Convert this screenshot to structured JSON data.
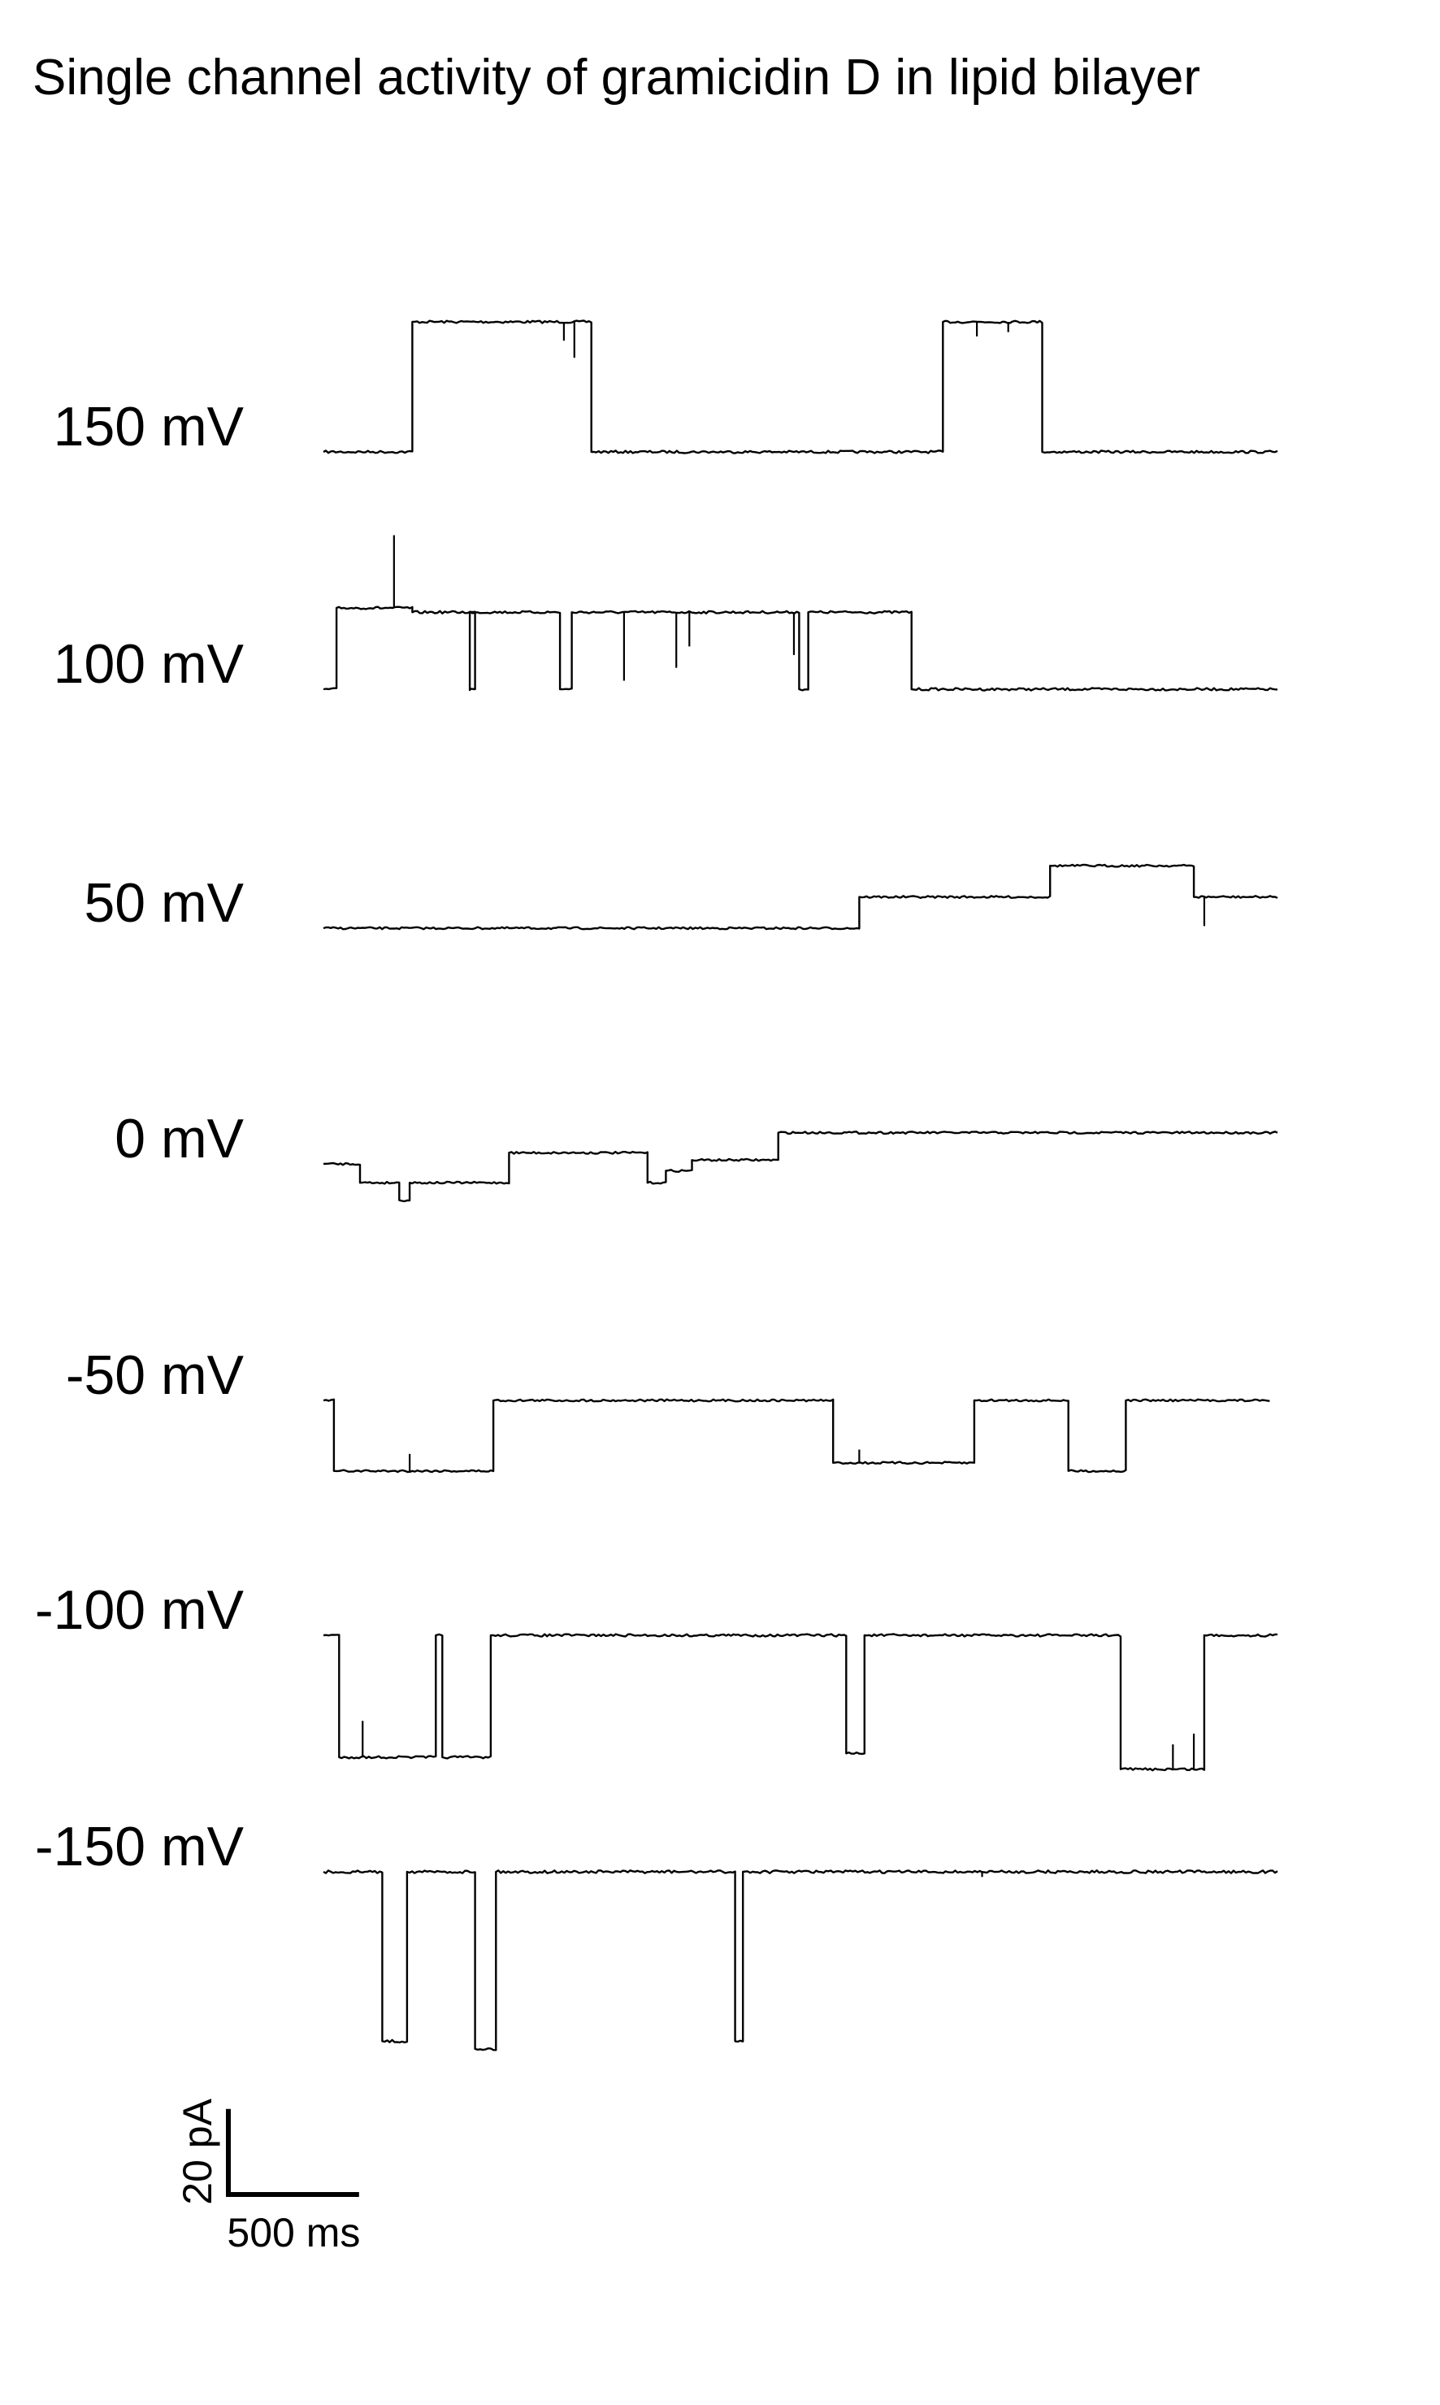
{
  "title": "Single channel activity of gramicidin D in lipid bilayer",
  "chart_data": {
    "type": "line",
    "title": "Single channel activity of gramicidin D in lipid bilayer",
    "xlabel": "",
    "ylabel": "",
    "x_unit": "ms",
    "y_unit": "pA",
    "xlim": [
      0,
      3650
    ],
    "grid": false,
    "legend": "none",
    "color": "#000000",
    "scale_bar": {
      "horizontal": {
        "value": 500,
        "label": "500 ms"
      },
      "vertical": {
        "value": 20,
        "label": "20 pA"
      }
    },
    "series": [
      {
        "name": "150 mV",
        "noise": 0.35,
        "events": [
          {
            "x": 0,
            "y": 0
          },
          {
            "x": 340,
            "y": 30.4
          },
          {
            "x": 1025,
            "y": 0
          },
          {
            "x": 2370,
            "y": 30.4
          },
          {
            "x": 2750,
            "y": 0
          },
          {
            "x": 3650,
            "y": 0
          }
        ],
        "spikes": [
          {
            "x": 920,
            "y": 26
          },
          {
            "x": 960,
            "y": 22
          },
          {
            "x": 2500,
            "y": 27
          },
          {
            "x": 2620,
            "y": 28
          }
        ]
      },
      {
        "name": "100 mV",
        "noise": 0.35,
        "events": [
          {
            "x": 0,
            "y": 0
          },
          {
            "x": 50,
            "y": 19
          },
          {
            "x": 340,
            "y": 18
          },
          {
            "x": 580,
            "y": 0
          },
          {
            "x": 560,
            "y": 0
          },
          {
            "x": 560,
            "y": 18
          },
          {
            "x": 905,
            "y": 0
          },
          {
            "x": 950,
            "y": 18
          },
          {
            "x": 1820,
            "y": 0
          },
          {
            "x": 1855,
            "y": 18
          },
          {
            "x": 2250,
            "y": 0
          },
          {
            "x": 3650,
            "y": 0
          }
        ],
        "spikes": [
          {
            "x": 270,
            "y": 36
          },
          {
            "x": 1150,
            "y": 2
          },
          {
            "x": 1350,
            "y": 5
          },
          {
            "x": 1400,
            "y": 10
          },
          {
            "x": 1800,
            "y": 8
          }
        ]
      },
      {
        "name": "50 mV",
        "noise": 0.3,
        "events": [
          {
            "x": 0,
            "y": 0
          },
          {
            "x": 2050,
            "y": 7.3
          },
          {
            "x": 2780,
            "y": 14.6
          },
          {
            "x": 3330,
            "y": 7.3
          },
          {
            "x": 3650,
            "y": 7.3
          }
        ],
        "spikes": [
          {
            "x": 3370,
            "y": 0.5
          }
        ]
      },
      {
        "name": "0 mV",
        "noise": 0.3,
        "events": [
          {
            "x": 0,
            "y": 0
          },
          {
            "x": 140,
            "y": -4.4
          },
          {
            "x": 290,
            "y": -8.5
          },
          {
            "x": 330,
            "y": -4.4
          },
          {
            "x": 710,
            "y": 2.6
          },
          {
            "x": 1240,
            "y": -4.4
          },
          {
            "x": 1310,
            "y": -1.6
          },
          {
            "x": 1410,
            "y": 0.9
          },
          {
            "x": 1740,
            "y": 7.3
          },
          {
            "x": 3650,
            "y": 7.3
          }
        ],
        "spikes": []
      },
      {
        "name": "-50 mV",
        "noise": 0.3,
        "events": [
          {
            "x": 0,
            "y": 0
          },
          {
            "x": 40,
            "y": -16.5
          },
          {
            "x": 650,
            "y": 0
          },
          {
            "x": 1950,
            "y": -14.6
          },
          {
            "x": 2490,
            "y": 0
          },
          {
            "x": 2850,
            "y": -16.5
          },
          {
            "x": 3070,
            "y": 0
          },
          {
            "x": 3620,
            "y": -1
          }
        ],
        "spikes": [
          {
            "x": 330,
            "y": -12.5
          },
          {
            "x": 2050,
            "y": -11.5
          }
        ]
      },
      {
        "name": "-100 mV",
        "noise": 0.35,
        "events": [
          {
            "x": 0,
            "y": 0
          },
          {
            "x": 60,
            "y": -28.5
          },
          {
            "x": 430,
            "y": 0
          },
          {
            "x": 455,
            "y": -28.5
          },
          {
            "x": 640,
            "y": 0
          },
          {
            "x": 2000,
            "y": -27.6
          },
          {
            "x": 2070,
            "y": 0
          },
          {
            "x": 3050,
            "y": -31.3
          },
          {
            "x": 3370,
            "y": 0
          },
          {
            "x": 3650,
            "y": 0
          }
        ],
        "spikes": [
          {
            "x": 150,
            "y": -20
          },
          {
            "x": 3250,
            "y": -25.5
          },
          {
            "x": 3330,
            "y": -23
          }
        ]
      },
      {
        "name": "-150 mV",
        "noise": 0.4,
        "events": [
          {
            "x": 0,
            "y": 0
          },
          {
            "x": 225,
            "y": -39.6
          },
          {
            "x": 320,
            "y": 0
          },
          {
            "x": 580,
            "y": -41.4
          },
          {
            "x": 660,
            "y": 0
          },
          {
            "x": 1575,
            "y": -39.6
          },
          {
            "x": 1605,
            "y": 0
          },
          {
            "x": 3650,
            "y": 0
          }
        ],
        "spikes": [
          {
            "x": 2520,
            "y": -1.2
          }
        ]
      }
    ]
  }
}
